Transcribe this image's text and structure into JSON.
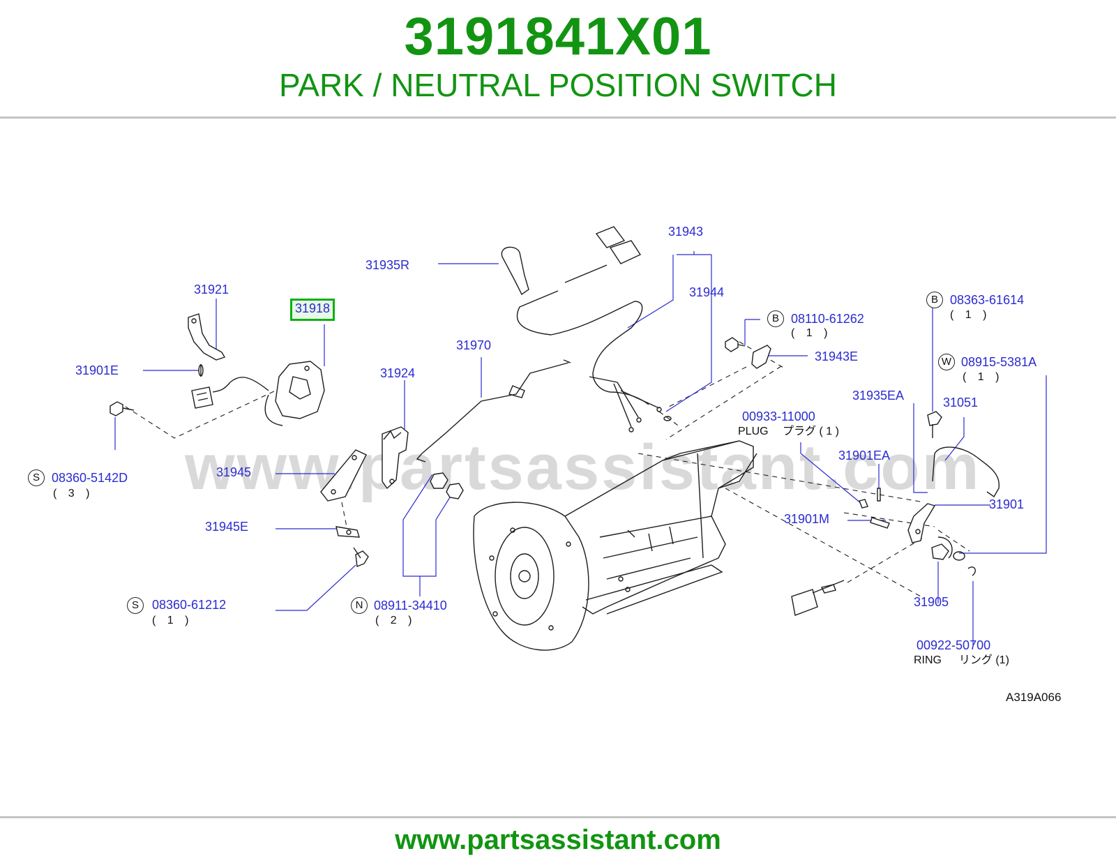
{
  "header": {
    "part_number": "3191841X01",
    "part_name": "PARK / NEUTRAL POSITION SWITCH"
  },
  "watermark": "www.partsassistant.com",
  "diagram_ref": "A319A066",
  "labels": {
    "p31921": "31921",
    "p31918": "31918",
    "p31901E": "31901E",
    "p083605142D": "08360-5142D",
    "q083605142D": "( 3 )",
    "p31935R": "31935R",
    "p31943": "31943",
    "p31944": "31944",
    "p31970": "31970",
    "p31924": "31924",
    "p31945": "31945",
    "p31945E": "31945E",
    "p0836061212": "08360-61212",
    "q0836061212": "( 1 )",
    "p0891134410": "08911-34410",
    "q0891134410": "( 2 )",
    "p0811061262": "08110-61262",
    "q0811061262": "( 1 )",
    "p31943E": "31943E",
    "p0093311000": "00933-11000",
    "plug_text": "PLUG　 プラグ ( 1 )",
    "p0836361614": "08363-61614",
    "q0836361614": "( 1 )",
    "p089155381A": "08915-5381A",
    "q089155381A": "( 1 )",
    "p31935EA": "31935EA",
    "p31051": "31051",
    "p31901EA": "31901EA",
    "p31901M": "31901M",
    "p31901": "31901",
    "p31905": "31905",
    "p0092250700": "00922-50700",
    "ring_text": "RING 　 リング (1)"
  },
  "markers": {
    "S": "S",
    "N": "N",
    "B": "B",
    "W": "W"
  },
  "footer": {
    "website": "www.partsassistant.com"
  },
  "colors": {
    "brand_green": "#129412",
    "label_blue": "#2b2bd1",
    "highlight_green": "#10b010"
  }
}
